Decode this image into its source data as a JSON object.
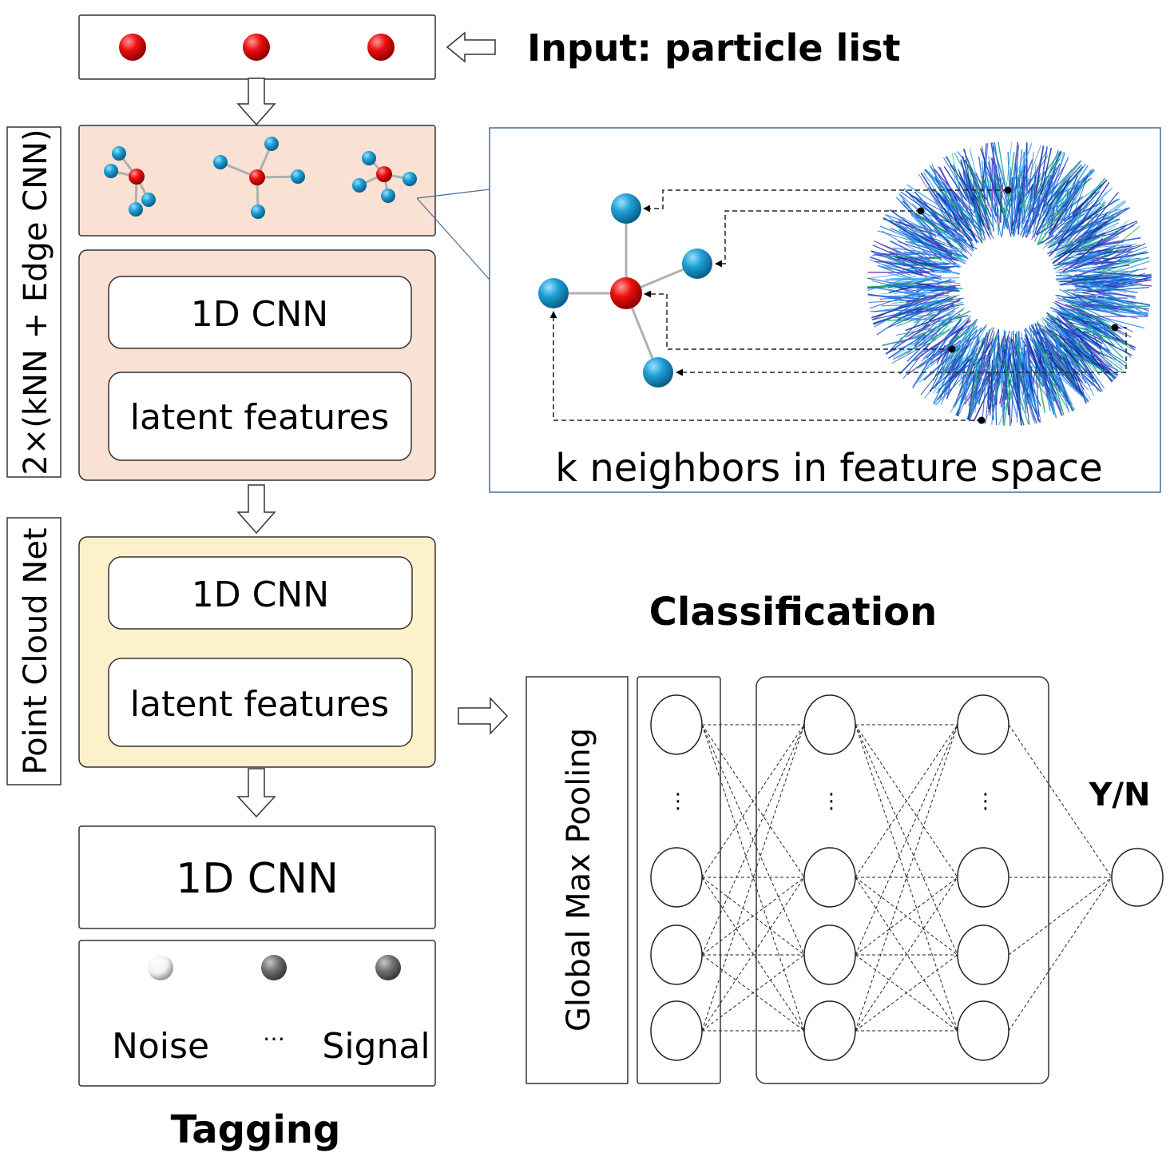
{
  "input": {
    "label": "Input:  particle list"
  },
  "stage1": {
    "side_label": "2×(kNN + Edge CNN)",
    "layer1": "1D CNN",
    "layer2": "latent features",
    "fill": "#f9e2d4"
  },
  "inset": {
    "caption": "k neighbors in feature space"
  },
  "stage2": {
    "side_label": "Point Cloud Net",
    "layer1": "1D CNN",
    "layer2": "latent features",
    "fill": "#fdf1cc"
  },
  "tagging": {
    "layer": "1D CNN",
    "noise_label": "Noise",
    "ellipsis": "…",
    "signal_label": "Signal",
    "title": "Tagging"
  },
  "classification": {
    "title": "Classification",
    "pooling_label": "Global Max Pooling",
    "output_label": "Y/N",
    "ellipsis": "⋮"
  },
  "colors": {
    "particle_red": "#e00000",
    "neighbor_blue": "#1fa0d6",
    "inset_border": "#4a6a9a",
    "edge_gray": "#b0b0b0"
  }
}
